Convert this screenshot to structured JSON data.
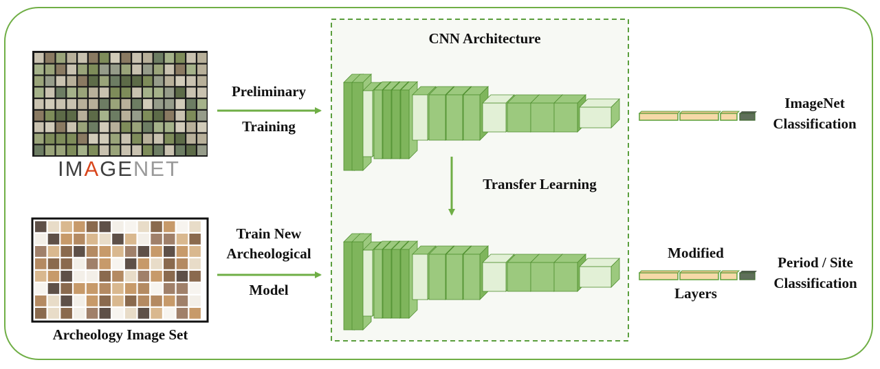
{
  "colors": {
    "border": "#6fae45",
    "arrow": "#6fae45",
    "dash": "#5a9e3c",
    "layer_dark": "#7fb55c",
    "layer_mid": "#9cc97e",
    "layer_light": "#e2f0d6",
    "fc_fill": "#f6d9a8",
    "fc_stroke": "#5aa03a",
    "fc_final": "#5f6f5a"
  },
  "imagenet": {
    "logo": {
      "letters": [
        {
          "t": "IM",
          "c": "#3f3f3f"
        },
        {
          "t": "A",
          "c": "#d8461c"
        },
        {
          "t": "GE",
          "c": "#3f3f3f"
        },
        {
          "t": "NET",
          "c": "#9a9a9a"
        }
      ]
    }
  },
  "labels": {
    "preliminary": "Preliminary",
    "training": "Training",
    "train_new": "Train New",
    "archeological": "Archeological",
    "model": "Model",
    "archeology_set": "Archeology Image Set",
    "cnn_arch": "CNN Architecture",
    "transfer": "Transfer Learning",
    "imagenet_cls_1": "ImageNet",
    "imagenet_cls_2": "Classification",
    "modified": "Modified",
    "layers": "Layers",
    "period_1": "Period / Site",
    "period_2": "Classification"
  }
}
